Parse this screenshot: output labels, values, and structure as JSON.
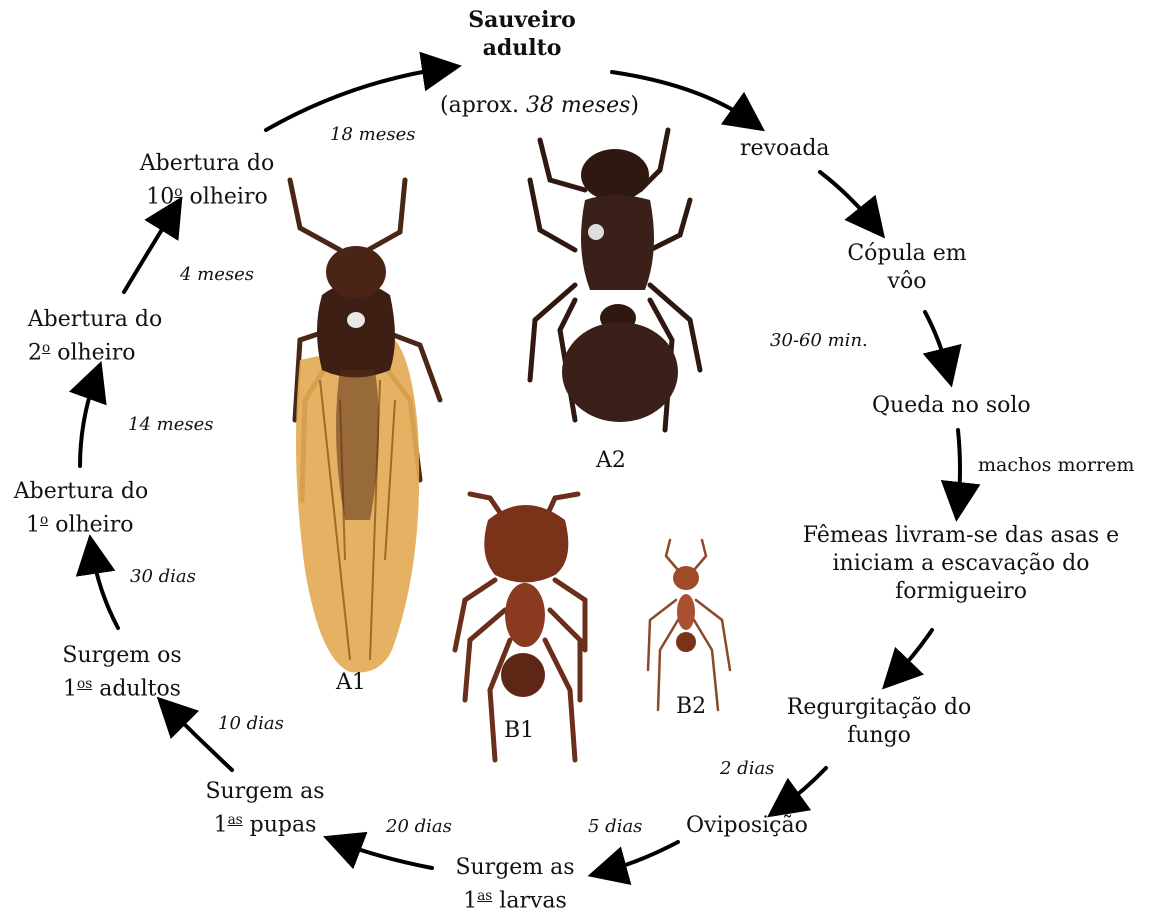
{
  "stages": {
    "adult_title": "Sauveiro adulto",
    "adult_line1": "Sauveiro",
    "adult_line2": "adulto",
    "adult_age_prefix": "(aprox. ",
    "adult_age_value": "38 meses",
    "adult_age_suffix": ")",
    "revoada": "revoada",
    "copula_line1": "Cópula em",
    "copula_line2": "vôo",
    "queda": "Queda no solo",
    "femeas_line1": "Fêmeas livram-se das asas e",
    "femeas_line2": "iniciam a escavação do",
    "femeas_line3": "formigueiro",
    "regurg_line1": "Regurgitação do",
    "regurg_line2": "fungo",
    "oviposicao": "Oviposição",
    "larvas_line1": "Surgem as",
    "larvas_line2_num": "1",
    "larvas_line2_sup": "as",
    "larvas_line2_text": " larvas",
    "pupas_line1": "Surgem as",
    "pupas_line2_num": "1",
    "pupas_line2_sup": "as",
    "pupas_line2_text": " pupas",
    "adultos_line1": "Surgem os",
    "adultos_line2_num": "1",
    "adultos_line2_sup": "os",
    "adultos_line2_text": " adultos",
    "ab1_line1": "Abertura do",
    "ab1_line2_num": "1",
    "ab1_line2_sup": "o",
    "ab1_line2_text": " olheiro",
    "ab2_line1": "Abertura do",
    "ab2_line2_num": "2",
    "ab2_line2_sup": "o",
    "ab2_line2_text": " olheiro",
    "ab10_line1": "Abertura do",
    "ab10_line2_num": "10",
    "ab10_line2_sup": "o",
    "ab10_line2_text": " olheiro"
  },
  "durations": {
    "copula_to_queda": "30-60 min.",
    "machos": "machos morrem",
    "regurg_to_ovip": "2 dias",
    "ovip_to_larvas": "5 dias",
    "larvas_to_pupas": "20 dias",
    "pupas_to_adultos": "10 dias",
    "adultos_to_ab1": "30 dias",
    "ab1_to_ab2": "14 meses",
    "ab2_to_ab10": "4 meses",
    "ab10_to_adult": "18 meses"
  },
  "ants": {
    "a1": "A1",
    "a2": "A2",
    "b1": "B1",
    "b2": "B2"
  },
  "colors": {
    "arrow": "#000000",
    "ant_dark": "#3a1f15",
    "ant_red": "#8a3a1f",
    "wing": "#d9a24a"
  }
}
